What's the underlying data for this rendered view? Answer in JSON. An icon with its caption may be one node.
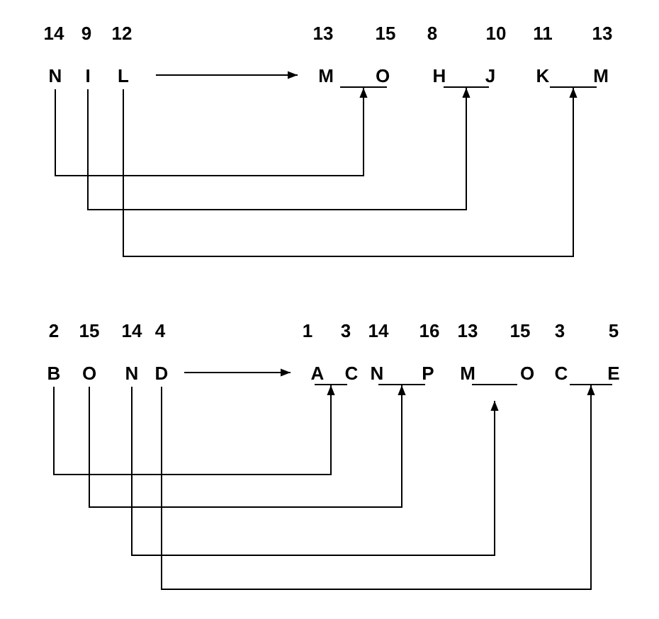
{
  "diagram": {
    "nodes": [
      {
        "text": [
          "N"
        ]
      },
      {
        "text": [
          "I"
        ]
      },
      {
        "text": [
          "L"
        ]
      },
      {
        "text": [],
        "shape": "bar"
      },
      {
        "text": [],
        "shape": "bar"
      },
      {
        "text": [],
        "shape": "bar"
      },
      {
        "text": [
          "B"
        ]
      },
      {
        "text": [
          "O"
        ]
      },
      {
        "text": [
          "N"
        ]
      },
      {
        "text": [
          "D"
        ]
      },
      {
        "text": [],
        "shape": "bar"
      },
      {
        "text": [],
        "shape": "bar"
      },
      {
        "text": [],
        "shape": "bar"
      },
      {
        "text": [],
        "shape": "bar"
      },
      {
        "text": [
          "M"
        ]
      },
      {
        "text": [
          "A"
        ]
      }
    ],
    "edges": [
      {
        "from": 0,
        "to": 3,
        "arrow": "to"
      },
      {
        "from": 1,
        "to": 4,
        "arrow": "to"
      },
      {
        "from": 2,
        "to": 5,
        "arrow": "to"
      },
      {
        "from": 6,
        "to": 10,
        "arrow": "to"
      },
      {
        "from": 7,
        "to": 11,
        "arrow": "to"
      },
      {
        "from": 8,
        "to": 12,
        "arrow": "to"
      },
      {
        "from": 9,
        "to": 13,
        "arrow": "to"
      },
      {
        "from": 2,
        "to": 14,
        "arrow": "to"
      },
      {
        "from": 9,
        "to": 15,
        "arrow": "to"
      }
    ],
    "labels": [
      "14",
      "9",
      "12",
      "13",
      "15",
      "8",
      "10",
      "11",
      "13",
      "O",
      "H",
      "J",
      "K",
      "M",
      "2",
      "15",
      "14",
      "4",
      "1",
      "3",
      "14",
      "16",
      "13",
      "15",
      "3",
      "5",
      "C",
      "N",
      "P",
      "M",
      "O",
      "C",
      "E"
    ]
  }
}
